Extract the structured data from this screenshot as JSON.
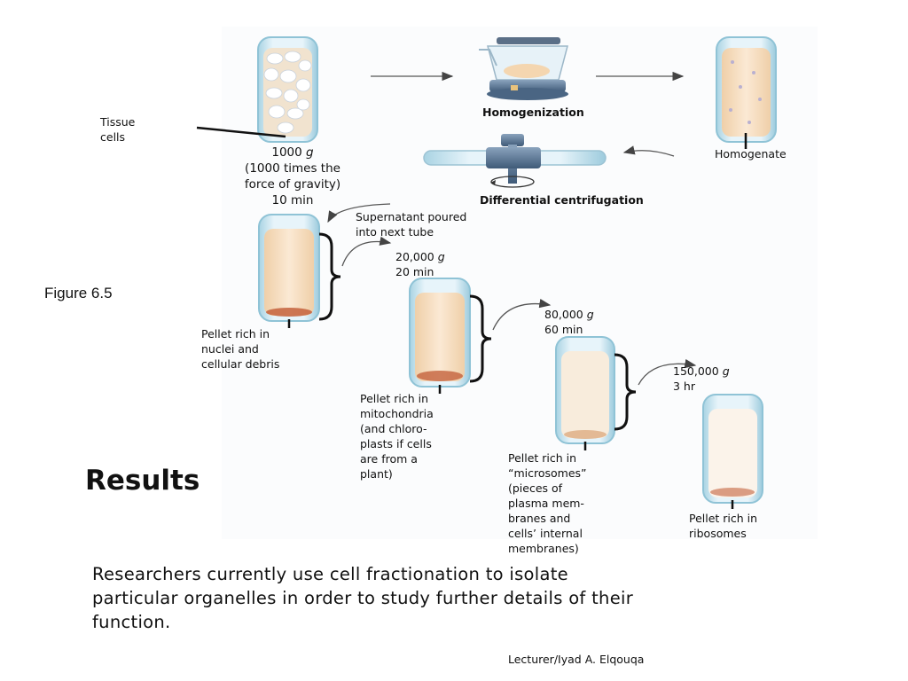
{
  "figure": {
    "label": "Figure 6.5",
    "step_labels": {
      "tissue": "Tissue\ncells",
      "homogenization": "Homogenization",
      "homogenate": "Homogenate",
      "differential": "Differential centrifugation",
      "supernatant": "Supernatant poured\ninto next tube"
    },
    "spins": [
      {
        "speed": "1000",
        "unit": "g",
        "detail": "(1000 times the\nforce of gravity)",
        "time": "10 min"
      },
      {
        "speed": "20,000",
        "unit": "g",
        "time": "20 min"
      },
      {
        "speed": "80,000",
        "unit": "g",
        "time": "60 min"
      },
      {
        "speed": "150,000",
        "unit": "g",
        "time": "3 hr"
      }
    ],
    "pellets": [
      "Pellet rich in\nnuclei and\ncellular debris",
      "Pellet rich in\nmitochondria\n(and chloro-\nplasts if cells\nare from a\nplant)",
      "Pellet rich in\n“microsomes”\n(pieces of\nplasma mem-\nbranes and\ncells’ internal\nmembranes)",
      "Pellet rich in\nribosomes"
    ]
  },
  "results_heading": "Results",
  "body_text": "Researchers currently use cell fractionation to isolate particular organelles in order to study further details of their function.",
  "footer": "Lecturer/Iyad A. Elqouqa",
  "colors": {
    "tube_glass": "#cfe6f0",
    "tube_rim": "#8fc3d6",
    "fluid": "#f6dfc4",
    "pellet": "#c4623c",
    "arrow": "#555555",
    "bracket": "#111111"
  }
}
